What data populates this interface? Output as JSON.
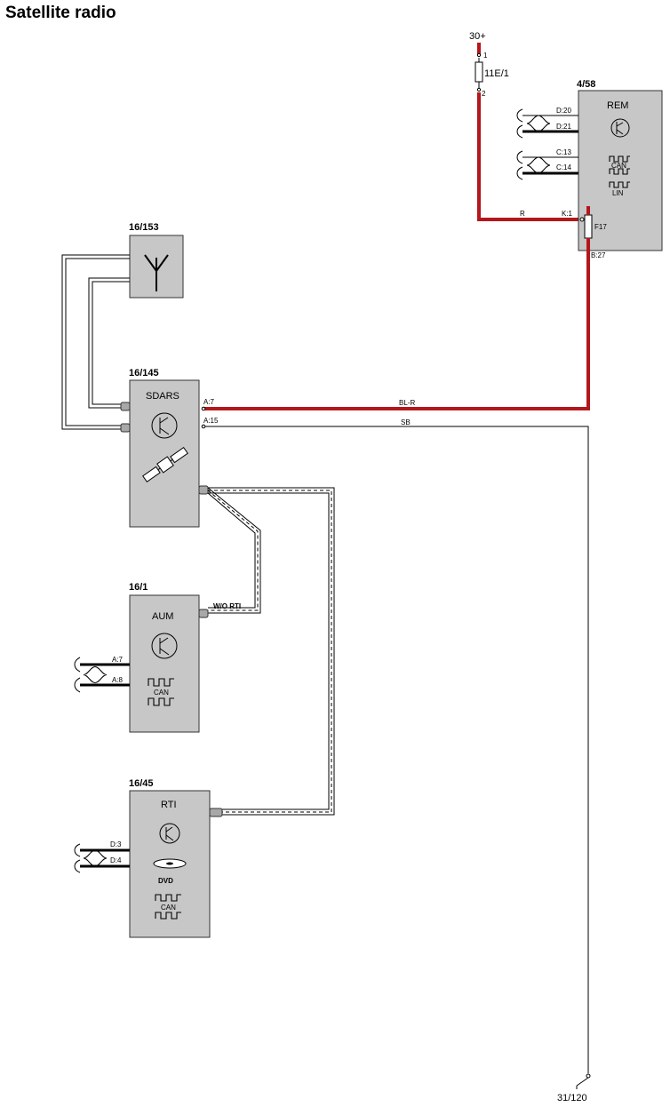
{
  "title": "Satellite radio",
  "supply": {
    "label": "30+",
    "pin1": "1",
    "pin2": "2",
    "fuse": "11E/1"
  },
  "ground": {
    "label": "31/120"
  },
  "antenna": {
    "id": "16/153"
  },
  "rem": {
    "id": "4/58",
    "name": "REM",
    "pins": {
      "d20": "D:20",
      "d21": "D:21",
      "c13": "C:13",
      "c14": "C:14",
      "k1": "K:1",
      "b27": "B:27"
    },
    "fuse": "F17",
    "can": "CAN",
    "lin": "LIN"
  },
  "sdars": {
    "id": "16/145",
    "name": "SDARS",
    "pins": {
      "a7": "A:7",
      "a15": "A:15"
    }
  },
  "aum": {
    "id": "16/1",
    "name": "AUM",
    "pins": {
      "a7": "A:7",
      "a8": "A:8"
    },
    "can": "CAN",
    "note": "W/O RTI"
  },
  "rti": {
    "id": "16/45",
    "name": "RTI",
    "pins": {
      "d3": "D:3",
      "d4": "D:4"
    },
    "dvd": "DVD",
    "can": "CAN"
  },
  "wires": {
    "r": "R",
    "blr": "BL-R",
    "sb": "SB"
  },
  "colors": {
    "power_wire": "#b3171b",
    "module_fill": "#c7c7c7"
  },
  "icons": [
    "antenna-icon",
    "transistor-icon",
    "satellite-icon",
    "can-bus-icon",
    "lin-bus-icon",
    "dvd-icon",
    "twisted-pair-icon",
    "fuse-icon",
    "ground-icon"
  ]
}
